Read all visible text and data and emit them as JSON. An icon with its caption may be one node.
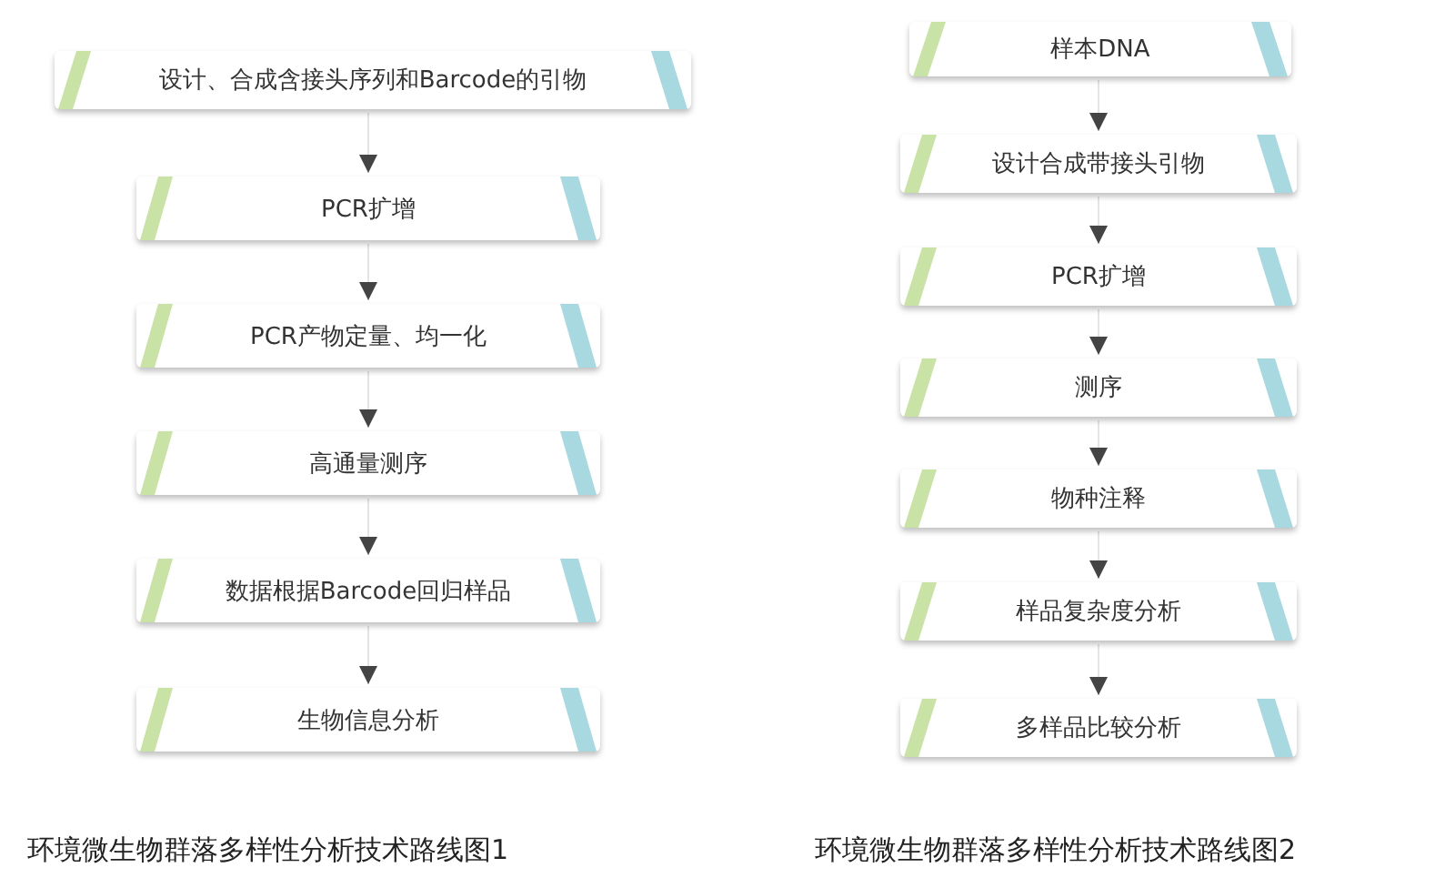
{
  "diagram": {
    "nodes": [
      {
        "text": [
          "设计、合成含接头序列和Barcode的引物"
        ]
      },
      {
        "text": [
          "PCR扩增"
        ]
      },
      {
        "text": [
          "PCR产物定量、均一化"
        ]
      },
      {
        "text": [
          "高通量测序"
        ]
      },
      {
        "text": [
          "数据根据Barcode回归样品"
        ]
      },
      {
        "text": [
          "生物信息分析"
        ]
      },
      {
        "text": [
          "样本DNA"
        ]
      },
      {
        "text": [
          "设计合成带接头引物"
        ]
      },
      {
        "text": [
          "PCR扩增"
        ]
      },
      {
        "text": [
          "测序"
        ]
      },
      {
        "text": [
          "物种注释"
        ]
      },
      {
        "text": [
          "样品复杂度分析"
        ]
      },
      {
        "text": [
          "多样品比较分析"
        ]
      }
    ],
    "edges": [
      {
        "from": 0,
        "to": 1,
        "arrow": "to"
      },
      {
        "from": 1,
        "to": 2,
        "arrow": "to"
      },
      {
        "from": 2,
        "to": 3,
        "arrow": "to"
      },
      {
        "from": 3,
        "to": 4,
        "arrow": "to"
      },
      {
        "from": 4,
        "to": 5,
        "arrow": "to"
      },
      {
        "from": 6,
        "to": 7,
        "arrow": "to"
      },
      {
        "from": 7,
        "to": 8,
        "arrow": "to"
      },
      {
        "from": 8,
        "to": 9,
        "arrow": "to"
      },
      {
        "from": 9,
        "to": 10,
        "arrow": "to"
      },
      {
        "from": 10,
        "to": 11,
        "arrow": "to"
      },
      {
        "from": 11,
        "to": 12,
        "arrow": "to"
      }
    ],
    "labels": [
      "环境微生物群落多样性分析技术路线图1",
      "环境微生物群落多样性分析技术路线图2"
    ]
  }
}
